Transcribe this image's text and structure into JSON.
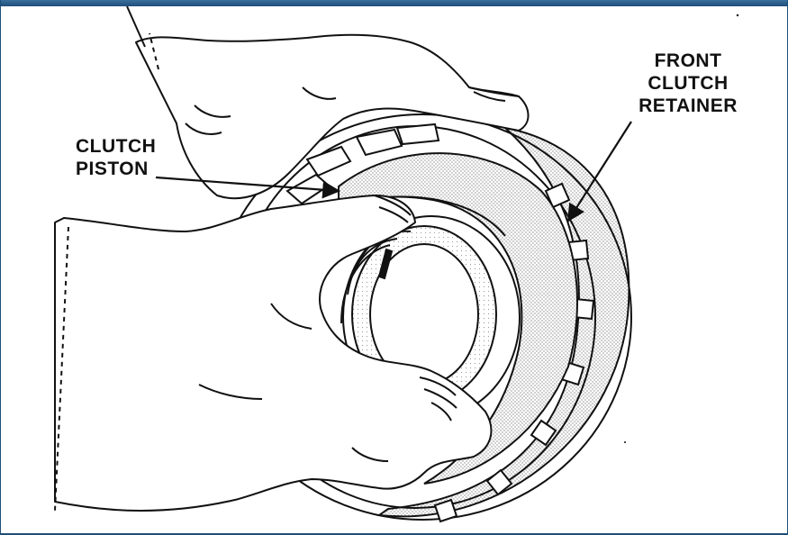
{
  "figure": {
    "callouts": {
      "clutch_piston": [
        "CLUTCH",
        "PISTON"
      ],
      "front_clutch_retainer": [
        "FRONT",
        "CLUTCH",
        "RETAINER"
      ]
    },
    "colors": {
      "frame_border": "#1f4e79",
      "ink": "#111111",
      "stipple": "#b8b8b8"
    }
  }
}
